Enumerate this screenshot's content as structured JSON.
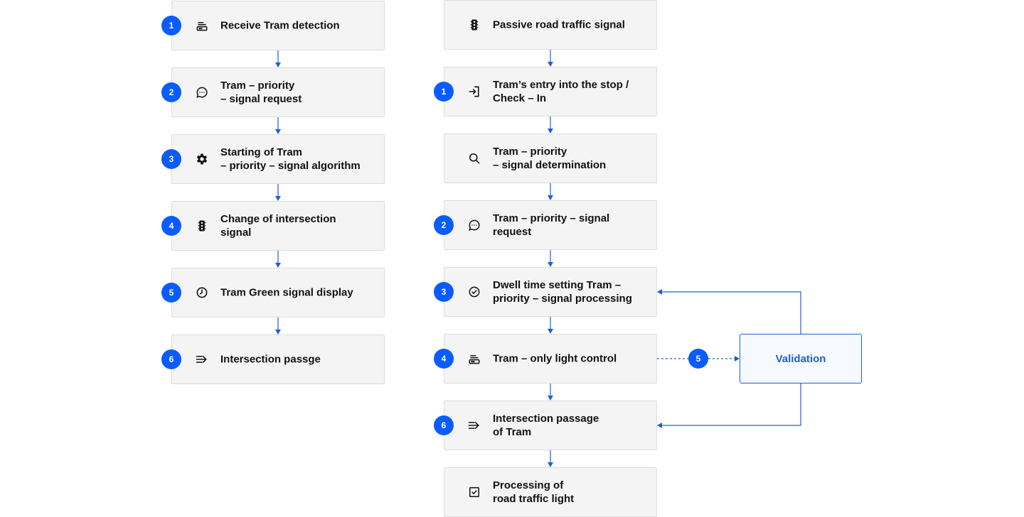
{
  "colors": {
    "accent": "#0a5cff",
    "line": "#1f5fd6",
    "box_fill": "#f4f4f4",
    "box_border": "#dcdcdc"
  },
  "left_flow": [
    {
      "badge": "1",
      "icon": "router-icon",
      "label": "Receive Tram detection"
    },
    {
      "badge": "2",
      "icon": "chat-icon",
      "label": "Tram – priority\n– signal request"
    },
    {
      "badge": "3",
      "icon": "gear-icon",
      "label": "Starting of Tram\n– priority – signal algorithm"
    },
    {
      "badge": "4",
      "icon": "traffic-light-icon",
      "label": "Change of intersection\nsignal"
    },
    {
      "badge": "5",
      "icon": "clock-icon",
      "label": "Tram Green signal display"
    },
    {
      "badge": "6",
      "icon": "arrow-right-lines-icon",
      "label": "Intersection passge"
    }
  ],
  "right_flow": [
    {
      "badge": "",
      "icon": "traffic-light-icon",
      "label": "Passive road traffic signal"
    },
    {
      "badge": "1",
      "icon": "login-icon",
      "label": "Tram’s entry into the stop /\nCheck – In"
    },
    {
      "badge": "",
      "icon": "search-icon",
      "label": "Tram – priority\n– signal determination"
    },
    {
      "badge": "2",
      "icon": "chat-icon",
      "label": "Tram – priority – signal\nrequest"
    },
    {
      "badge": "3",
      "icon": "check-circle-icon",
      "label": "Dwell time setting Tram –\npriority – signal processing"
    },
    {
      "badge": "4",
      "icon": "router-icon",
      "label": "Tram – only light control"
    },
    {
      "badge": "6",
      "icon": "arrow-right-lines-icon",
      "label": "Intersection passage\nof Tram"
    },
    {
      "badge": "",
      "icon": "checkbox-icon",
      "label": "Processing of\nroad traffic light"
    }
  ],
  "validation": {
    "label": "Validation",
    "connector_badge": "5"
  }
}
